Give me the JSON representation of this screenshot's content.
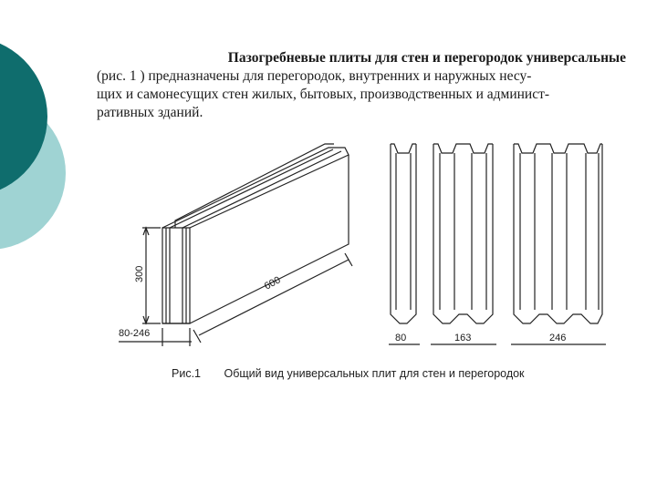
{
  "slide": {
    "accent_colors": {
      "dark_teal": "#0f6d6d",
      "light_teal": "#9fd3d3"
    }
  },
  "heading": {
    "title": "Пазогребневые плиты для стен и перегородок универсальные",
    "line2": "(рис. 1  ) предназначены для перегородок, внутренних и наружных несу-",
    "line3": "щих и самонесущих стен жилых, бытовых, производственных и админист-",
    "line4": "ративных зданий."
  },
  "drawing": {
    "block_dims": {
      "height": "300",
      "length": "600",
      "thickness": "80-246"
    },
    "profiles": [
      {
        "label": "80"
      },
      {
        "label": "163"
      },
      {
        "label": "246"
      }
    ]
  },
  "caption": {
    "figure_number": "Рис.1",
    "text": "Общий вид универсальных плит для стен и перегородок"
  }
}
